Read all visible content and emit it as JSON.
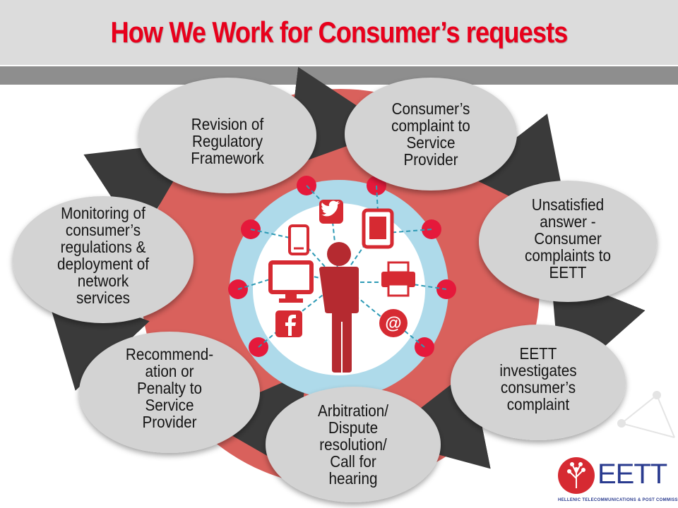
{
  "title": "How We Work for Consumer’s requests",
  "nodes": [
    {
      "id": "revision",
      "lines": [
        "Revision of",
        "Regulatory",
        "Framework"
      ]
    },
    {
      "id": "complaint-provider",
      "lines": [
        "Consumer’s",
        "complaint to",
        "Service",
        "Provider"
      ]
    },
    {
      "id": "unsatisfied",
      "lines": [
        "Unsatisfied",
        "answer -",
        "Consumer",
        "complaints to",
        "EETT"
      ]
    },
    {
      "id": "investigates",
      "lines": [
        "EETT",
        "investigates",
        "consumer’s",
        "complaint"
      ]
    },
    {
      "id": "arbitration",
      "lines": [
        "Arbitration/",
        "Dispute",
        "resolution/",
        "Call for",
        "hearing"
      ]
    },
    {
      "id": "recommendation",
      "lines": [
        "Recommend-",
        "ation or",
        "Penalty to",
        "Service",
        "Provider"
      ]
    },
    {
      "id": "monitoring",
      "lines": [
        "Monitoring of",
        "consumer’s",
        "regulations &",
        "deployment of",
        "network",
        "services"
      ]
    }
  ],
  "center_icons": [
    "twitter-icon",
    "mobile-phone-icon",
    "tablet-icon",
    "desktop-monitor-icon",
    "printer-icon",
    "facebook-icon",
    "email-at-icon",
    "person-icon"
  ],
  "logo": {
    "text": "EETT",
    "subtitle": "HELLENIC TELECOMMUNICATIONS & POST COMMISSION"
  },
  "colors": {
    "title": "#e8001c",
    "band": "#dcdcdc",
    "rule": "#8e8e8e",
    "node_fill": "#d3d3d3",
    "arrow": "#3a3a3a",
    "outer_ring": "#d9615c",
    "inner_circle": "#aedaea",
    "center_white": "#ffffff",
    "person": "#b52a30",
    "dot": "#e5193b",
    "logo_blue": "#2a3b8f"
  }
}
